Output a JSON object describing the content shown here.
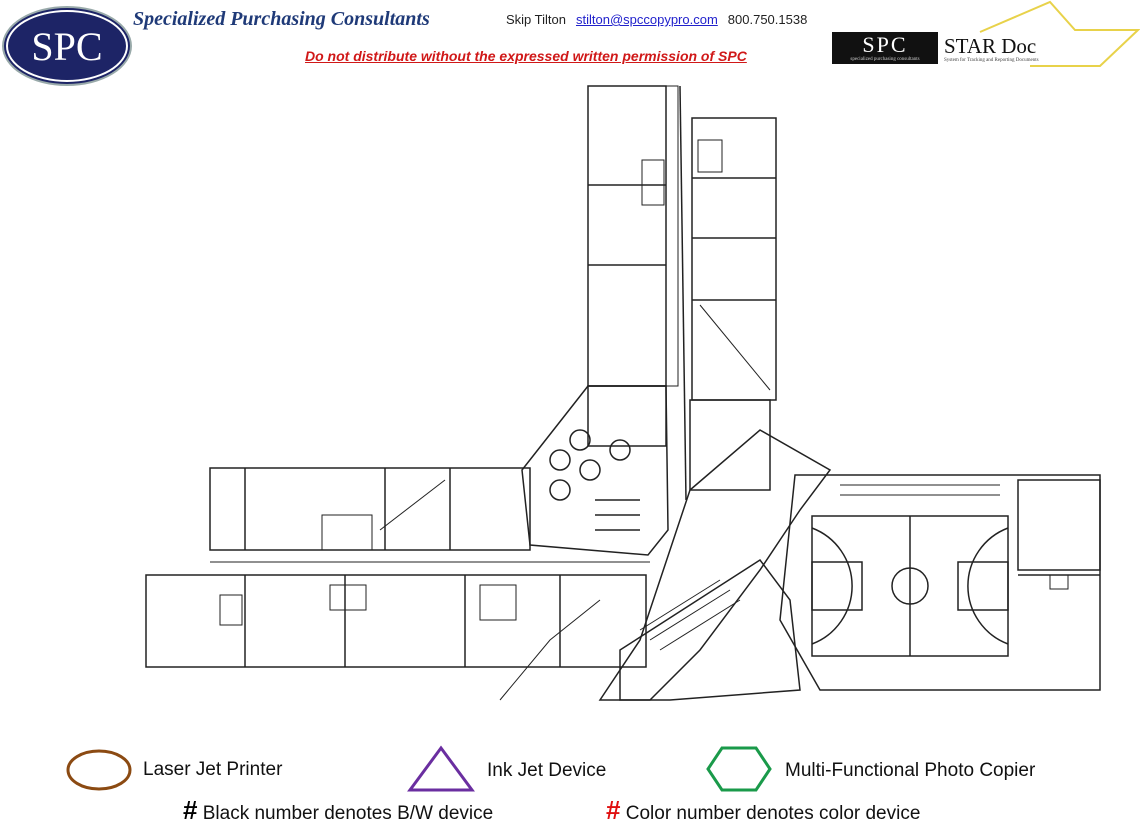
{
  "header": {
    "logo_text": "SPC",
    "company": "Specialized Purchasing Consultants",
    "contact_name": "Skip Tilton",
    "contact_email": "stilton@spccopypro.com",
    "contact_phone": "800.750.1538",
    "warning": "Do not distribute without the expressed written permission of SPC",
    "stardoc_logo": "SPC",
    "stardoc_logo_sub": "specialized purchasing consultants",
    "stardoc_title": "STAR Doc",
    "stardoc_tagline": "System for Tracking and Reporting Documents"
  },
  "legend": {
    "items": [
      {
        "shape": "circle",
        "label": "Laser Jet Printer",
        "color": "#8b4a12"
      },
      {
        "shape": "triangle",
        "label": "Ink Jet Device",
        "color": "#6a2ea0"
      },
      {
        "shape": "hexagon",
        "label": "Multi-Functional Photo Copier",
        "color": "#1a9a4a"
      }
    ],
    "notes": [
      {
        "symbol": "#",
        "label": "Black number denotes B/W device",
        "color": "#000000"
      },
      {
        "symbol": "#",
        "label": "Color number denotes color device",
        "color": "#e01010"
      }
    ]
  }
}
